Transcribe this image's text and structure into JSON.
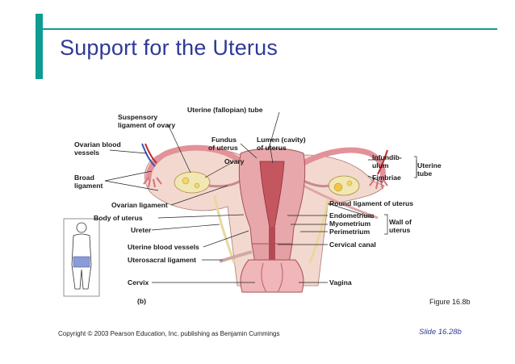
{
  "slide": {
    "title": "Support for the Uterus",
    "caption": "Figure 16.8b",
    "copyright": "Copyright © 2003 Pearson Education, Inc. publishing as Benjamin Cummings",
    "slide_number": "Slide 16.28b",
    "accent_color": "#0e9b91",
    "title_color": "#2f3a96"
  },
  "figure": {
    "panel_label": "(b)",
    "labels": {
      "uterine_tube": "Uterine (fallopian) tube",
      "suspensory_1": "Suspensory",
      "suspensory_2": "ligament of ovary",
      "ovarian_vessels_1": "Ovarian blood",
      "ovarian_vessels_2": "vessels",
      "fundus_1": "Fundus",
      "fundus_2": "of uterus",
      "lumen_1": "Lumen (cavity)",
      "lumen_2": "of uterus",
      "ovary": "Ovary",
      "broad_1": "Broad",
      "broad_2": "ligament",
      "infundib_1": "Infundib-",
      "infundib_2": "ulum",
      "uterine_tube_1": "Uterine",
      "uterine_tube_2": "tube",
      "fimbriae": "Fimbriae",
      "ovarian_ligament": "Ovarian ligament",
      "round_ligament": "Round ligament of uterus",
      "body_of_uterus": "Body of uterus",
      "endometrium": "Endometrium",
      "myometrium": "Myometrium",
      "perimetrium": "Perimetrium",
      "wall_1": "Wall of",
      "wall_2": "uterus",
      "ureter": "Ureter",
      "cervical_canal": "Cervical canal",
      "uterine_vessels": "Uterine blood vessels",
      "uterosacral": "Uterosacral ligament",
      "cervix": "Cervix",
      "vagina": "Vagina"
    }
  }
}
